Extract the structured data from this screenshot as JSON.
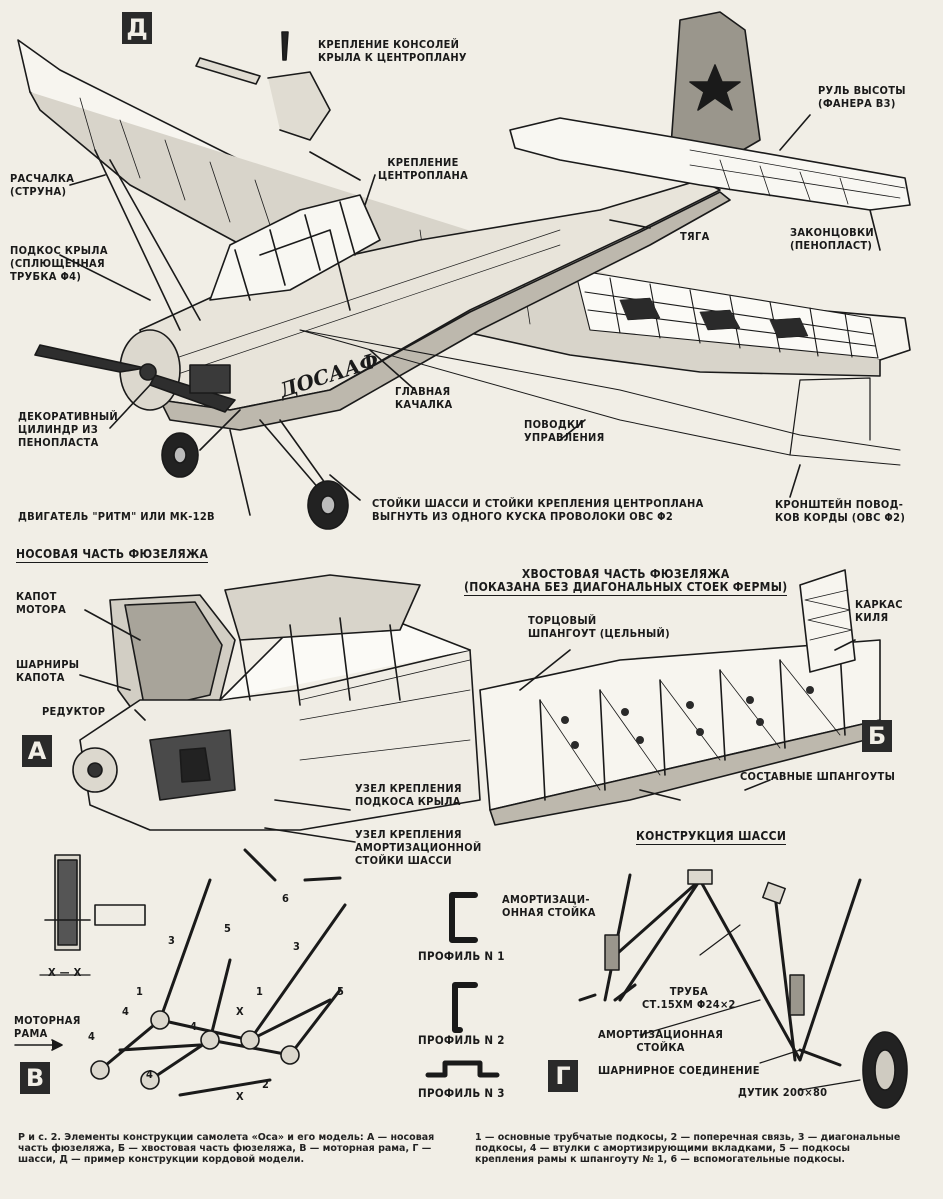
{
  "badges": {
    "d": "Д",
    "a": "А",
    "b": "Б",
    "v": "В",
    "g": "Г"
  },
  "labels": {
    "wing_mount": "КРЕПЛЕНИЕ КОНСОЛЕЙ\nКРЫЛА К ЦЕНТРОПЛАНУ",
    "elevator": "РУЛЬ ВЫСОТЫ\n(ФАНЕРА β3)",
    "brace_wire": "РАСЧАЛКА\n(СТРУНА)",
    "center_mount": "КРЕПЛЕНИЕ\nЦЕНТРОПЛАНА",
    "tips": "ЗАКОНЦОВКИ\n(ПЕНОПЛАСТ)",
    "rod": "ТЯГА",
    "wing_strut": "ПОДКОС КРЫЛА\n(СПЛЮЩЕННАЯ\nТРУБКА φ4)",
    "decor_cyl": "ДЕКОРАТИВНЫЙ\nЦИЛИНДР ИЗ\nПЕНОПЛАСТА",
    "main_rocker": "ГЛАВНАЯ\nКАЧАЛКА",
    "control_lines": "ПОВОДКИ\nУПРАВЛЕНИЯ",
    "engine": "ДВИГАТЕЛЬ \"РИТМ\" ИЛИ МК-12В",
    "gear_struts": "СТОЙКИ ШАССИ И СТОЙКИ КРЕПЛЕНИЯ ЦЕНТРОПЛАНА\nВЫГНУТЬ ИЗ ОДНОГО КУСКА ПРОВОЛОКИ ОВС φ2",
    "bracket": "КРОНШТЕЙН ПОВОД-\nКОВ КОРДЫ (ОВС φ2)",
    "fuselage_ext": "ДОСААФ",
    "nose_heading": "НОСОВАЯ ЧАСТЬ ФЮЗЕЛЯЖА",
    "tail_heading": "ХВОСТОВАЯ ЧАСТЬ ФЮЗЕЛЯЖА\n(ПОКАЗАНА БЕЗ ДИАГОНАЛЬНЫХ СТОЕК ФЕРМЫ)",
    "hood": "КАПОТ\nМОТОРА",
    "hood_hinges": "ШАРНИРЫ\nКАПОТА",
    "reducer": "РЕДУКТОР",
    "end_frame": "ТОРЦОВЫЙ\nШПАНГОУТ (ЦЕЛЬНЫЙ)",
    "fin_frame": "КАРКАС\nКИЛЯ",
    "composite_frames": "СОСТАВНЫЕ ШПАНГОУТЫ",
    "strut_node": "УЗЕЛ КРЕПЛЕНИЯ\nПОДКОСА КРЫЛА",
    "shock_node": "УЗЕЛ КРЕПЛЕНИЯ\nАМОРТИЗАЦИОННОЙ\nСТОЙКИ ШАССИ",
    "gear_heading": "КОНСТРУКЦИЯ ШАССИ",
    "shock_strut_1": "АМОРТИЗАЦИ-\nОННАЯ СТОЙКА",
    "tube": "ТРУБА\nСт.15ХМ φ24×2",
    "shock_strut_2": "АМОРТИЗАЦИОННАЯ\nСТОЙКА",
    "hinge_joint": "ШАРНИРНОЕ СОЕДИНЕНИЕ",
    "wheel": "ДУТИК 200×80",
    "section": "X — X",
    "motor_frame": "МОТОРНАЯ\nРАМА",
    "profile1": "ПРОФИЛЬ N 1",
    "profile2": "ПРОФИЛЬ N 2",
    "profile3": "ПРОФИЛЬ N 3"
  },
  "numbers": {
    "n1a": "1",
    "n1b": "1",
    "n2": "2",
    "n3a": "3",
    "n3b": "3",
    "n4a": "4",
    "n4b": "4",
    "n4c": "4",
    "n4d": "4",
    "n5a": "5",
    "n5b": "5",
    "n6": "6",
    "xa": "X",
    "xb": "X"
  },
  "caption_left": "Р и с. 2. Элементы конструкции самолета «Оса» и его модель: А — носовая часть фюзеляжа, Б — хвостовая часть фюзеляжа, В — моторная рама, Г — шасси, Д — пример конструкции кордовой модели.",
  "caption_right": "1 — основные трубчатые подкосы, 2 — поперечная связь, 3 — диагональные подкосы, 4 — втулки с амортизирующими вкладками, 5 — подкосы крепления рамы к шпангоуту № 1, 6 — вспомогательные подкосы.",
  "colors": {
    "ink": "#1a1a1a",
    "paper": "#f1eee6"
  }
}
